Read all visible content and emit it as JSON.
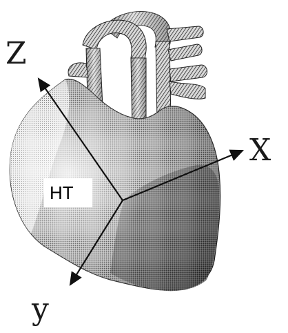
{
  "figure": {
    "labels": {
      "z_axis": "Z",
      "x_axis": "X",
      "y_axis": "y",
      "center_label": "HT"
    },
    "colors": {
      "ink": "#111111",
      "heart_light": "#d8d8d8",
      "heart_mid": "#9a9a9a",
      "heart_dark": "#4a4a4a",
      "vessel_light": "#e6e6e6",
      "vessel_dark": "#3a3a3a",
      "background": "#ffffff"
    }
  }
}
